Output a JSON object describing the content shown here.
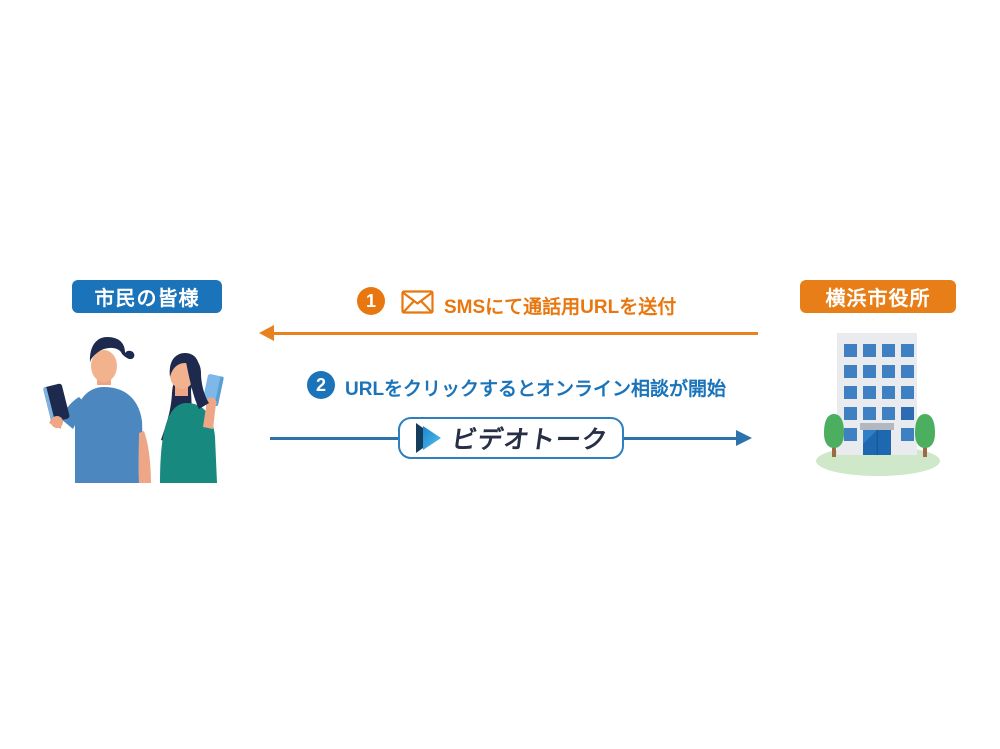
{
  "diagram": {
    "actors": {
      "citizens": {
        "label": "市民の皆様",
        "bg_color": "#1b74b9"
      },
      "city_hall": {
        "label": "横浜市役所",
        "bg_color": "#e87e17"
      }
    },
    "steps": [
      {
        "number": "1",
        "label": "SMSにて通話用URLを送付",
        "color": "#e8770f",
        "icon": "envelope-icon",
        "arrow_direction": "left"
      },
      {
        "number": "2",
        "label": "URLをクリックするとオンライン相談が開始",
        "color": "#1b74b9",
        "arrow_direction": "right"
      }
    ],
    "logo": {
      "label": "ビデオトーク",
      "icon": "play-icon",
      "text_color": "#262f45",
      "border_color": "#2e7fc0"
    },
    "illustrations": {
      "citizens": "two-people-with-smartphones",
      "city_hall": "office-building-with-trees"
    },
    "colors": {
      "orange": "#e8770f",
      "blue": "#1b74b9",
      "arrow_blue": "#2c73ae",
      "background": "#ffffff"
    }
  }
}
